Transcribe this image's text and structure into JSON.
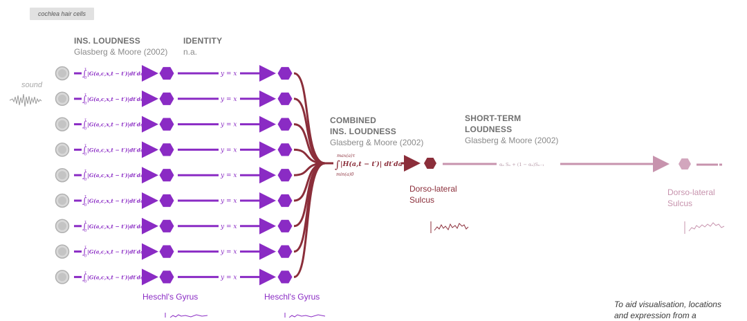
{
  "tag": "cochlea hair cells",
  "sound_label": "sound",
  "stage1": {
    "title": "INS. LOUDNESS",
    "ref": "Glasberg & Moore (2002)"
  },
  "stage2": {
    "title": "IDENTITY",
    "ref": "n.a."
  },
  "stage3": {
    "title_line1": "COMBINED",
    "title_line2": "INS. LOUDNESS",
    "ref": "Glasberg & Moore (2002)"
  },
  "stage4": {
    "title_line1": "SHORT-TERM",
    "title_line2": "LOUDNESS",
    "ref": "Glasberg & Moore (2002)"
  },
  "formulas": {
    "ins_loudness": "|G(a,c,x,t − t′)|dt′da",
    "ins_lower": "0",
    "ins_upper": "τ",
    "identity": "y = x",
    "combined": "|H(a,t − t′)| dt′da",
    "combined_upper": "max(a)τ",
    "combined_lower": "min(a)0",
    "short_term": "αₐ Sₙ + (1 − αₐ)Sₙ₋₁"
  },
  "regions": {
    "heschl_1": "Heschl's Gyrus",
    "heschl_2": "Heschl's Gyrus",
    "dorso_1_line1": "Dorso-lateral",
    "dorso_1_line2": "Sulcus",
    "dorso_2_line1": "Dorso-lateral",
    "dorso_2_line2": "Sulcus"
  },
  "note": {
    "line1": "To aid visualisation, locations",
    "line2": "and expression from a"
  },
  "colors": {
    "purple": "#8a2bc4",
    "maroon": "#8b2e3a",
    "pink": "#c793ad",
    "grey_circle": "#c8c8c8"
  },
  "channel_count": 9
}
